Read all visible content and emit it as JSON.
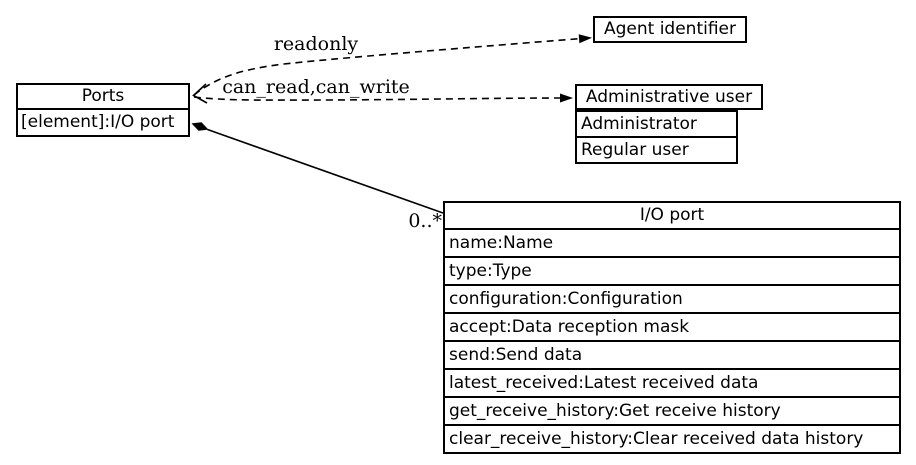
{
  "diagram": {
    "background_color": "#ffffff",
    "line_color": "#000000"
  },
  "nodes": {
    "ports": {
      "title": "Ports",
      "attributes": [
        "[element]:I/O port"
      ]
    },
    "agent_identifier": {
      "title": "Agent identifier"
    },
    "administrative_user": {
      "title": "Administrative user",
      "values": [
        "Administrator",
        "Regular user"
      ]
    },
    "io_port": {
      "title": "I/O port",
      "attributes": [
        "name:Name",
        "type:Type",
        "configuration:Configuration",
        "accept:Data reception mask",
        "send:Send data",
        "latest_received:Latest received data",
        "get_receive_history:Get receive history",
        "clear_receive_history:Clear received data history"
      ]
    }
  },
  "edges": {
    "readonly": {
      "label": "readonly",
      "style": "dashed",
      "from": "Ports",
      "to": "Agent identifier"
    },
    "can_read_write": {
      "label": "can_read,can_write",
      "style": "dashed",
      "from": "Ports",
      "to": "Administrative user"
    },
    "composition": {
      "multiplicity": "0..*",
      "style": "solid",
      "from": "Ports",
      "to": "I/O port"
    }
  }
}
